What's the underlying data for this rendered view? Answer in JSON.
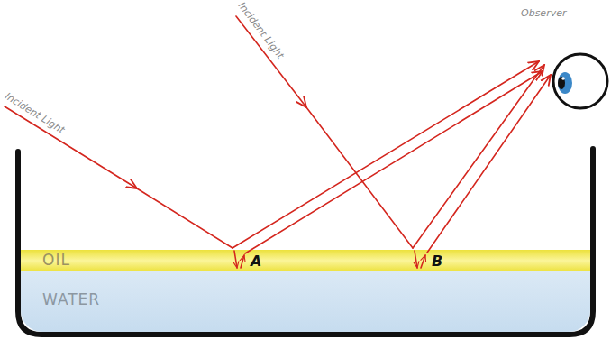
{
  "diagram": {
    "nodes": [
      {
        "text": [
          "OIL"
        ]
      },
      {
        "text": [
          "WATER"
        ]
      }
    ],
    "labels": [
      "Incident Light",
      "Incident Light",
      "Observer",
      "A",
      "B"
    ]
  }
}
